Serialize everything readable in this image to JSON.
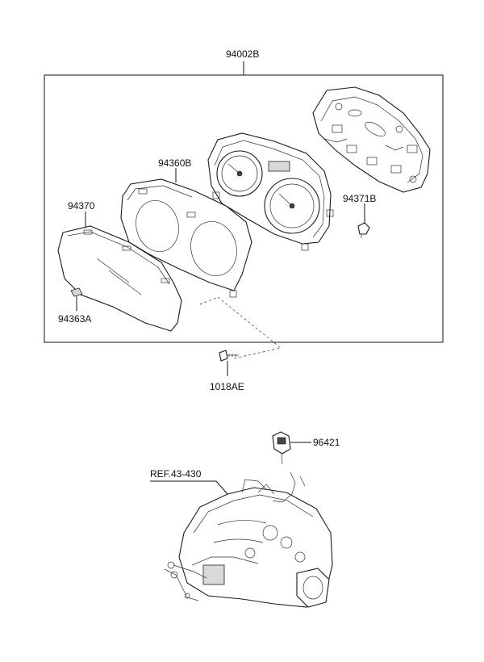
{
  "labels": {
    "assembly": "94002B",
    "case": "94360B",
    "window": "94370",
    "clip": "94363A",
    "bulb": "94371B",
    "screw": "1018AE",
    "sensor": "96421",
    "ref": "REF.43-430"
  }
}
